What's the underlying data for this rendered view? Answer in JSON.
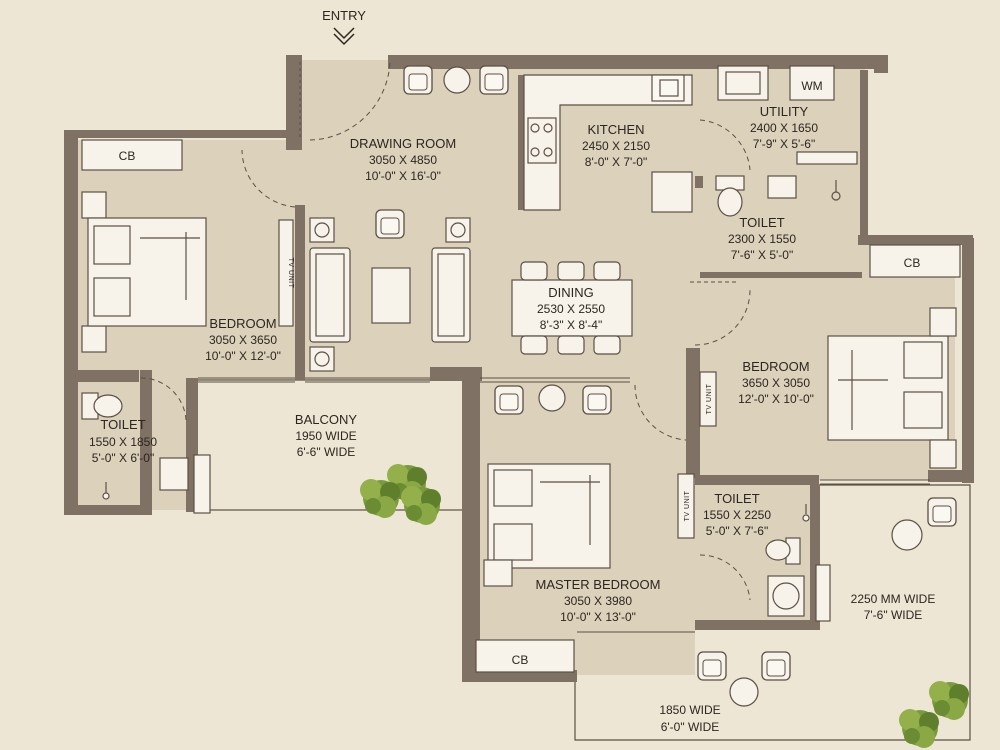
{
  "entry_label": "ENTRY",
  "rooms": {
    "drawing": {
      "name": "DRAWING ROOM",
      "dim_mm": "3050 X 4850",
      "dim_ft": "10'-0\" X 16'-0\""
    },
    "kitchen": {
      "name": "KITCHEN",
      "dim_mm": "2450 X 2150",
      "dim_ft": "8'-0\" X 7'-0\""
    },
    "utility": {
      "name": "UTILITY",
      "dim_mm": "2400 X 1650",
      "dim_ft": "7'-9\" X 5'-6\""
    },
    "toilet_upper": {
      "name": "TOILET",
      "dim_mm": "2300 X 1550",
      "dim_ft": "7'-6\" X 5'-0\""
    },
    "bedroom_left": {
      "name": "BEDROOM",
      "dim_mm": "3050 X 3650",
      "dim_ft": "10'-0\" X 12'-0\""
    },
    "dining": {
      "name": "DINING",
      "dim_mm": "2530 X 2550",
      "dim_ft": "8'-3\" X 8'-4\""
    },
    "bedroom_right": {
      "name": "BEDROOM",
      "dim_mm": "3650 X 3050",
      "dim_ft": "12'-0\" X 10'-0\""
    },
    "toilet_left": {
      "name": "TOILET",
      "dim_mm": "1550 X 1850",
      "dim_ft": "5'-0\" X 6'-0\""
    },
    "balcony_left": {
      "name": "BALCONY",
      "dim_mm": "1950 WIDE",
      "dim_ft": "6'-6\" WIDE"
    },
    "toilet_master": {
      "name": "TOILET",
      "dim_mm": "1550 X 2250",
      "dim_ft": "5'-0\" X 7'-6\""
    },
    "master_bedroom": {
      "name": "MASTER BEDROOM",
      "dim_mm": "3050 X 3980",
      "dim_ft": "10'-0\" X 13'-0\""
    },
    "balcony_right": {
      "dim_mm": "2250 MM WIDE",
      "dim_ft": "7'-6\" WIDE"
    },
    "balcony_bottom": {
      "dim_mm": "1850 WIDE",
      "dim_ft": "6'-0\" WIDE"
    }
  },
  "cb_label": "CB",
  "tv_unit_label": "TV UNIT",
  "wm_label": "WM",
  "colors": {
    "background": "#eee6d4",
    "floor": "#dcd1bb",
    "wall": "#7f7163",
    "line": "#5c5045",
    "furniture": "#f7f3ea",
    "tree": "#7a9a3c"
  }
}
